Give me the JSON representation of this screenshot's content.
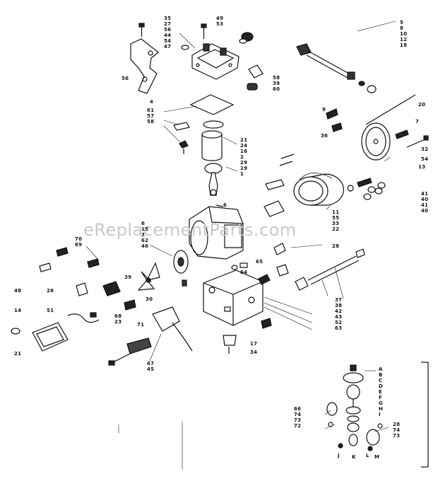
{
  "watermark": "eReplacementParts.com",
  "callouts": {
    "c35": "35",
    "c27": "27",
    "c56a": "56",
    "c44": "44",
    "c54a": "54",
    "c47": "47",
    "c49": "49",
    "c53": "53",
    "c56b": "56",
    "c5": "5",
    "c8": "8",
    "c10": "10",
    "c12": "12",
    "c18": "18",
    "c58a": "58",
    "c39a": "39",
    "c60a": "60",
    "c4": "4",
    "c61": "61",
    "c57": "57",
    "c58b": "58",
    "c20": "20",
    "c9": "9",
    "c36": "36",
    "c7": "7",
    "c32": "32",
    "c54b": "54",
    "c13": "13",
    "c21a": "21",
    "c24": "24",
    "c16": "16",
    "c2": "2",
    "c29": "29",
    "c19": "19",
    "c1": "1",
    "c6a": "6",
    "c41a": "41",
    "c40a": "40",
    "c41b": "41",
    "c40b": "40",
    "c11": "11",
    "c55": "55",
    "c33": "33",
    "c22": "22",
    "c6b": "6",
    "c15": "15",
    "c3": "3",
    "c62": "62",
    "c46": "46",
    "c70": "70",
    "c69": "69",
    "c28a": "28",
    "c65": "65",
    "c64": "64",
    "c48": "48",
    "c26": "26",
    "c39b": "39",
    "c30": "30",
    "c14": "14",
    "c51": "51",
    "c68": "68",
    "c23": "23",
    "c71": "71",
    "c37": "37",
    "c38": "38",
    "c42": "42",
    "c43": "43",
    "c52": "52",
    "c63": "63",
    "c21b": "21",
    "c17": "17",
    "c34": "34",
    "c67": "67",
    "c45": "45",
    "cA": "A",
    "cB": "B",
    "cC": "C",
    "cD": "D",
    "cE": "E",
    "cF": "F",
    "cG": "G",
    "cH": "H",
    "cI": "I",
    "c66": "66",
    "c74a": "74",
    "c73a": "73",
    "c72": "72",
    "c28b": "28",
    "c74b": "74",
    "c73b": "73",
    "cJ": "J",
    "cK": "K",
    "cL": "L",
    "cM": "M"
  },
  "colors": {
    "ink": "#111111",
    "watermark": "#c9c9c9",
    "paper": "#ffffff"
  }
}
